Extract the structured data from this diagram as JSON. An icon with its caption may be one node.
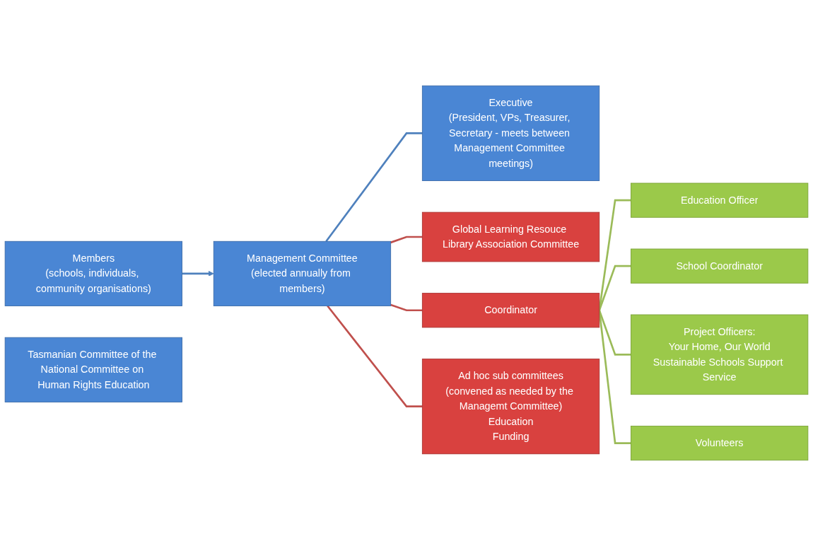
{
  "diagram": {
    "nodes": [
      {
        "text": [
          "Members",
          "(schools, individuals, community organisations)"
        ]
      },
      {
        "text": [
          "Management Committee",
          "(elected annually from members)"
        ]
      },
      {
        "text": [
          "Executive",
          "(President, VPs, Treasurer, Secretary - meets between Management Committee meetings)"
        ]
      },
      {
        "text": [
          "Global Learning Resouce Library Association Committee"
        ]
      },
      {
        "text": [
          "Coordinator"
        ]
      },
      {
        "text": [
          "Ad hoc sub committees",
          "(convened as needed by the Managemt Committee)",
          "Education",
          "Funding"
        ]
      },
      {
        "text": [
          "Tasmanian Committee of the National Committee on Human Rights Education"
        ]
      },
      {
        "text": [
          "Education Officer"
        ]
      },
      {
        "text": [
          "School Coordinator"
        ]
      },
      {
        "text": [
          "Project Officers:",
          "Your Home, Our World",
          "Sustainable Schools Support Service"
        ]
      },
      {
        "text": [
          "Volunteers"
        ]
      }
    ],
    "edges": [
      {
        "from": 0,
        "to": 1,
        "arrow": "to",
        "color": "#4f81bd"
      },
      {
        "from": 1,
        "to": 2,
        "arrow": "none",
        "color": "#4f81bd"
      },
      {
        "from": 1,
        "to": 3,
        "arrow": "none",
        "color": "#c0504d"
      },
      {
        "from": 1,
        "to": 4,
        "arrow": "none",
        "color": "#c0504d"
      },
      {
        "from": 1,
        "to": 5,
        "arrow": "none",
        "color": "#c0504d"
      },
      {
        "from": 4,
        "to": 7,
        "arrow": "none"
      },
      {
        "from": 4,
        "to": 8,
        "arrow": "none"
      },
      {
        "from": 4,
        "to": 9,
        "arrow": "none"
      },
      {
        "from": 4,
        "to": 10,
        "arrow": "none"
      }
    ]
  }
}
